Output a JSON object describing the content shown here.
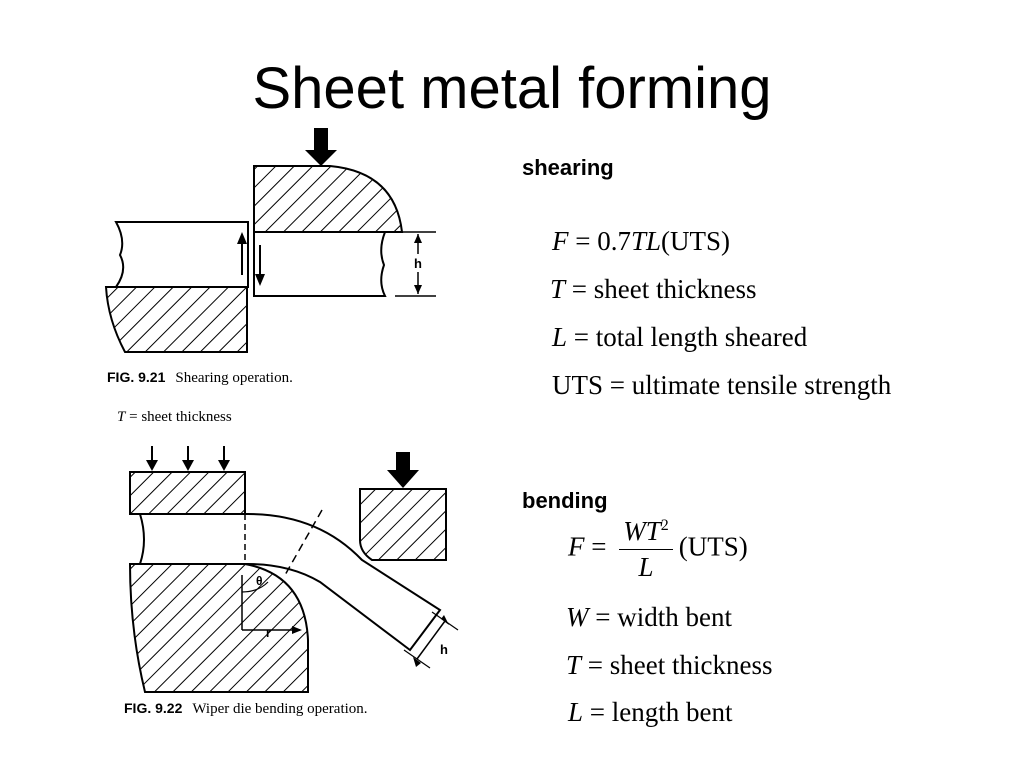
{
  "title": "Sheet metal forming",
  "shearing": {
    "heading": "shearing",
    "formula": {
      "lhs": "F",
      "eq": " = ",
      "coef": "0.7",
      "vars": "TL",
      "paren": "(UTS)"
    },
    "defs": [
      {
        "sym": "T",
        "eq": " =  ",
        "text": "sheet thickness"
      },
      {
        "sym": "L",
        "eq": " = ",
        "text": "total length sheared"
      },
      {
        "sym": "UTS",
        "eq": " = ",
        "text": "ultimate tensile strength"
      }
    ]
  },
  "bending": {
    "heading": "bending",
    "formula": {
      "lhs": "F",
      "eq": " = ",
      "num": "WT",
      "exp": "2",
      "den": "L",
      "paren": "(UTS)"
    },
    "defs": [
      {
        "sym": "W",
        "eq": " = ",
        "text": "width bent"
      },
      {
        "sym": "T",
        "eq": " =  ",
        "text": "sheet thickness"
      },
      {
        "sym": "L",
        "eq": " = ",
        "text": "length bent"
      }
    ]
  },
  "fig1": {
    "number": "FIG. 9.21",
    "caption": "Shearing operation.",
    "dim_label": "h"
  },
  "stray_label": {
    "sym": "T",
    "eq": " =  ",
    "text": "sheet thickness"
  },
  "fig2": {
    "number": "FIG. 9.22",
    "caption": "Wiper die bending operation.",
    "angle_label": "θ",
    "radius_label": "r",
    "dim_label": "h"
  }
}
